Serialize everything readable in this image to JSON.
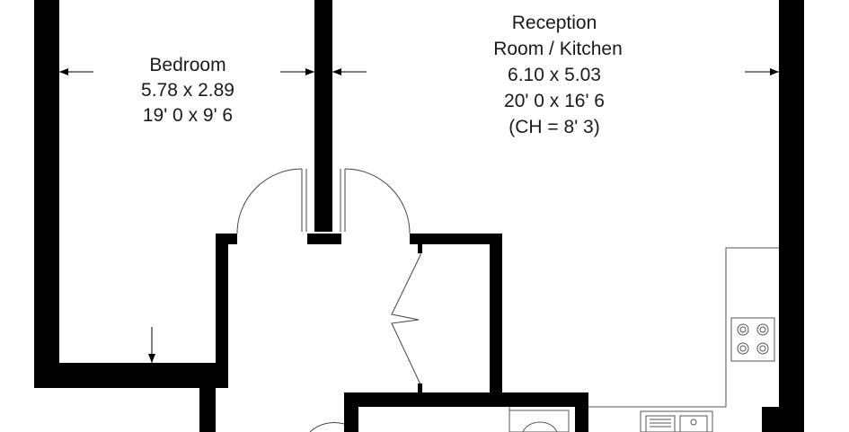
{
  "rooms": {
    "bedroom": {
      "name": "Bedroom",
      "dimensions_metric": "5.78 x 2.89",
      "dimensions_imperial": "19' 0 x 9' 6"
    },
    "reception": {
      "name_line1": "Reception",
      "name_line2": "Room / Kitchen",
      "dimensions_metric": "6.10 x 5.03",
      "dimensions_imperial": "20' 0 x 16' 6",
      "ceiling_height": "(CH = 8' 3)"
    }
  },
  "colors": {
    "wall": "#000000",
    "fixture_line": "#555555",
    "text": "#1a1a1a"
  }
}
